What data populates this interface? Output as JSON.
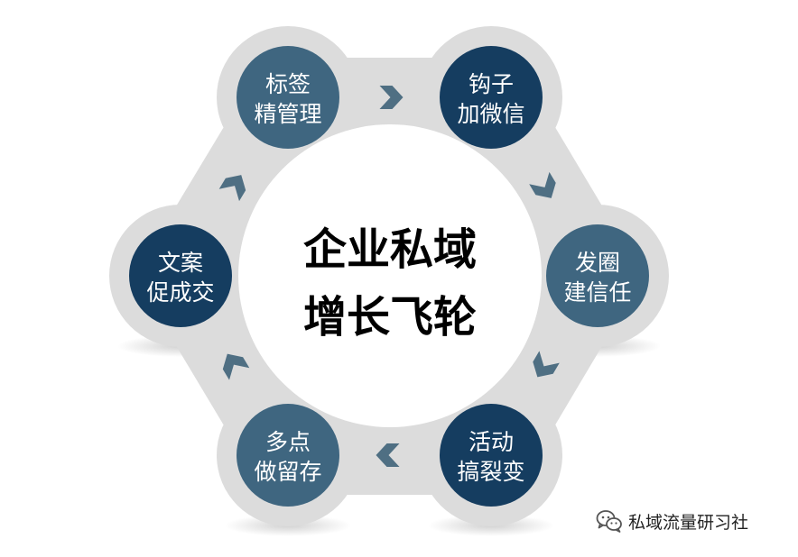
{
  "diagram": {
    "center": {
      "line1": "企业私域",
      "line2": "增长飞轮"
    },
    "nodes": [
      {
        "line1": "标签",
        "line2": "精管理",
        "tone": "slate"
      },
      {
        "line1": "钩子",
        "line2": "加微信",
        "tone": "navy"
      },
      {
        "line1": "发圈",
        "line2": "建信任",
        "tone": "slate"
      },
      {
        "line1": "活动",
        "line2": "搞裂变",
        "tone": "navy"
      },
      {
        "line1": "多点",
        "line2": "做留存",
        "tone": "slate"
      },
      {
        "line1": "文案",
        "line2": "促成交",
        "tone": "navy"
      }
    ]
  },
  "colors": {
    "ring": "#dcdcdc",
    "ring_shadow": "#c9c9c9",
    "node_navy": "#153d60",
    "node_slate": "#3f6680",
    "arrow": "#4f6f83",
    "text_light": "#ffffff",
    "text_dark": "#000000"
  },
  "watermark": {
    "text": "私域流量研习社",
    "icon": "wechat-icon"
  }
}
